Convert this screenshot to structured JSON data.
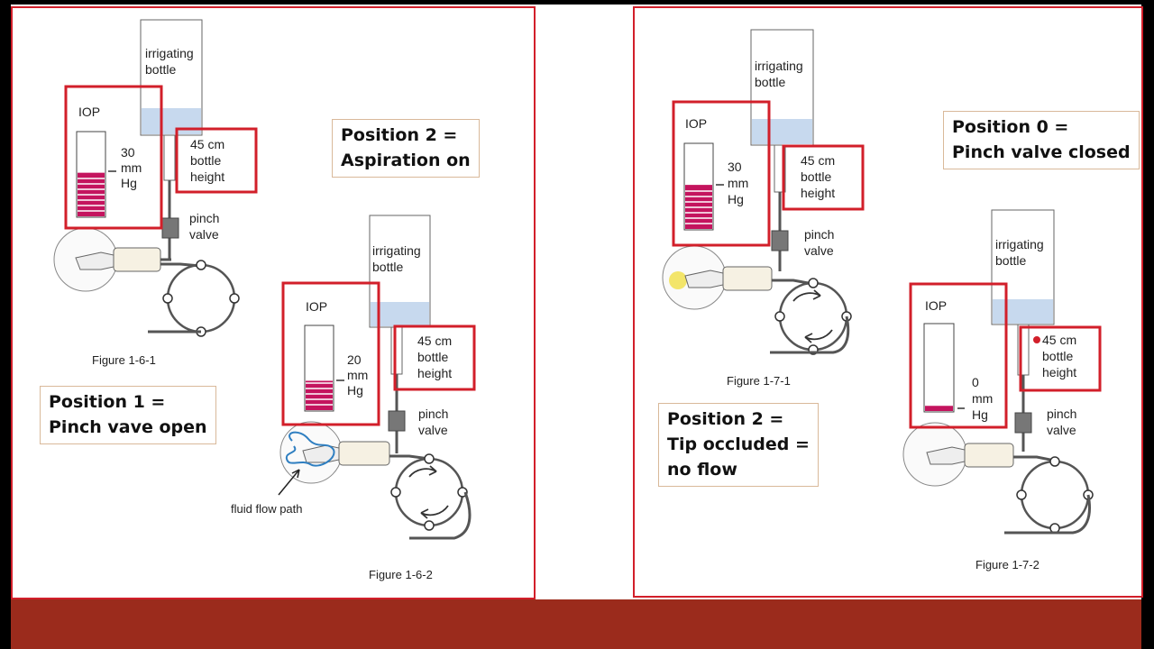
{
  "colors": {
    "frame": "#d21f2a",
    "band": "#9b2b1c",
    "iop_fill": "#c4145e",
    "fluid": "#c7d9ee",
    "callout_border": "#d9b99a",
    "flow_path": "#2f7fc1"
  },
  "left_panel": {
    "fig1": {
      "iop_label": "IOP",
      "iop_value": "30",
      "iop_unit_1": "mm",
      "iop_unit_2": "Hg",
      "bottle_1": "irrigating",
      "bottle_2": "bottle",
      "height_1": "45 cm",
      "height_2": "bottle",
      "height_3": "height",
      "valve_1": "pinch",
      "valve_2": "valve",
      "caption": "Figure 1-6-1",
      "iop_level": 0.52
    },
    "fig2": {
      "iop_label": "IOP",
      "iop_value": "20",
      "iop_unit_1": "mm",
      "iop_unit_2": "Hg",
      "bottle_1": "irrigating",
      "bottle_2": "bottle",
      "height_1": "45 cm",
      "height_2": "bottle",
      "height_3": "height",
      "valve_1": "pinch",
      "valve_2": "valve",
      "caption": "Figure 1-6-2",
      "flow_label": "fluid flow path",
      "iop_level": 0.35
    },
    "callout_pos1": {
      "line1": "Position 1 =",
      "line2": "Pinch vave open"
    },
    "callout_pos2": {
      "line1": "Position 2 =",
      "line2": "Aspiration on"
    }
  },
  "right_panel": {
    "fig1": {
      "iop_label": "IOP",
      "iop_value": "30",
      "iop_unit_1": "mm",
      "iop_unit_2": "Hg",
      "bottle_1": "irrigating",
      "bottle_2": "bottle",
      "height_1": "45 cm",
      "height_2": "bottle",
      "height_3": "height",
      "valve_1": "pinch",
      "valve_2": "valve",
      "caption": "Figure 1-7-1",
      "iop_level": 0.52
    },
    "fig2": {
      "iop_label": "IOP",
      "iop_value": "0",
      "iop_unit_1": "mm",
      "iop_unit_2": "Hg",
      "bottle_1": "irrigating",
      "bottle_2": "bottle",
      "height_1": "45 cm",
      "height_2": "bottle",
      "height_3": "height",
      "valve_1": "pinch",
      "valve_2": "valve",
      "caption": "Figure 1-7-2",
      "iop_level": 0.06
    },
    "callout_pos0": {
      "line1": "Position 0 =",
      "line2": "Pinch valve closed"
    },
    "callout_pos2": {
      "line1": "Position 2 =",
      "line2": "Tip occluded =",
      "line3": "no flow"
    }
  }
}
